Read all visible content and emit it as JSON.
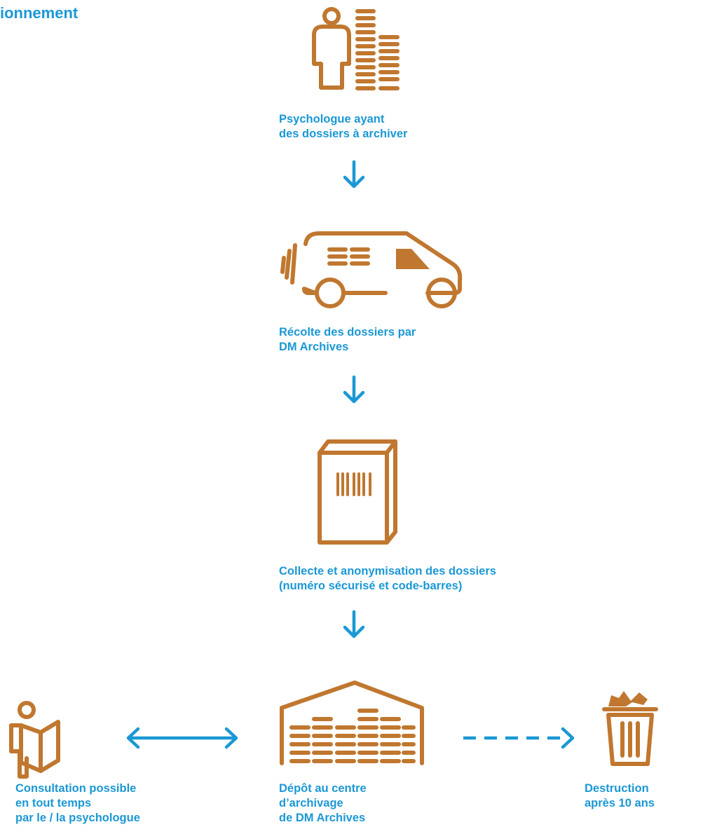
{
  "title": "ionnement",
  "steps": [
    {
      "label": "Psychologue ayant\ndes dossiers à archiver",
      "icon": "person-with-files-icon"
    },
    {
      "label": "Récolte des dossiers par\nDM Archives",
      "icon": "delivery-van-icon"
    },
    {
      "label": "Collecte et anonymisation des dossiers\n(numéro sécurisé et code-barres)",
      "icon": "barcode-box-icon"
    },
    {
      "label": "Dépôt au centre\nd’archivage\nde DM Archives",
      "icon": "warehouse-icon"
    }
  ],
  "side_left": {
    "label": "Consultation possible\nen tout temps\npar le / la psychologue",
    "icon": "person-reading-icon"
  },
  "side_right": {
    "label": "Destruction\naprès 10 ans",
    "icon": "trash-bin-icon"
  },
  "colors": {
    "accent_blue": "#1b98d5",
    "icon_orange": "#c0772f"
  }
}
